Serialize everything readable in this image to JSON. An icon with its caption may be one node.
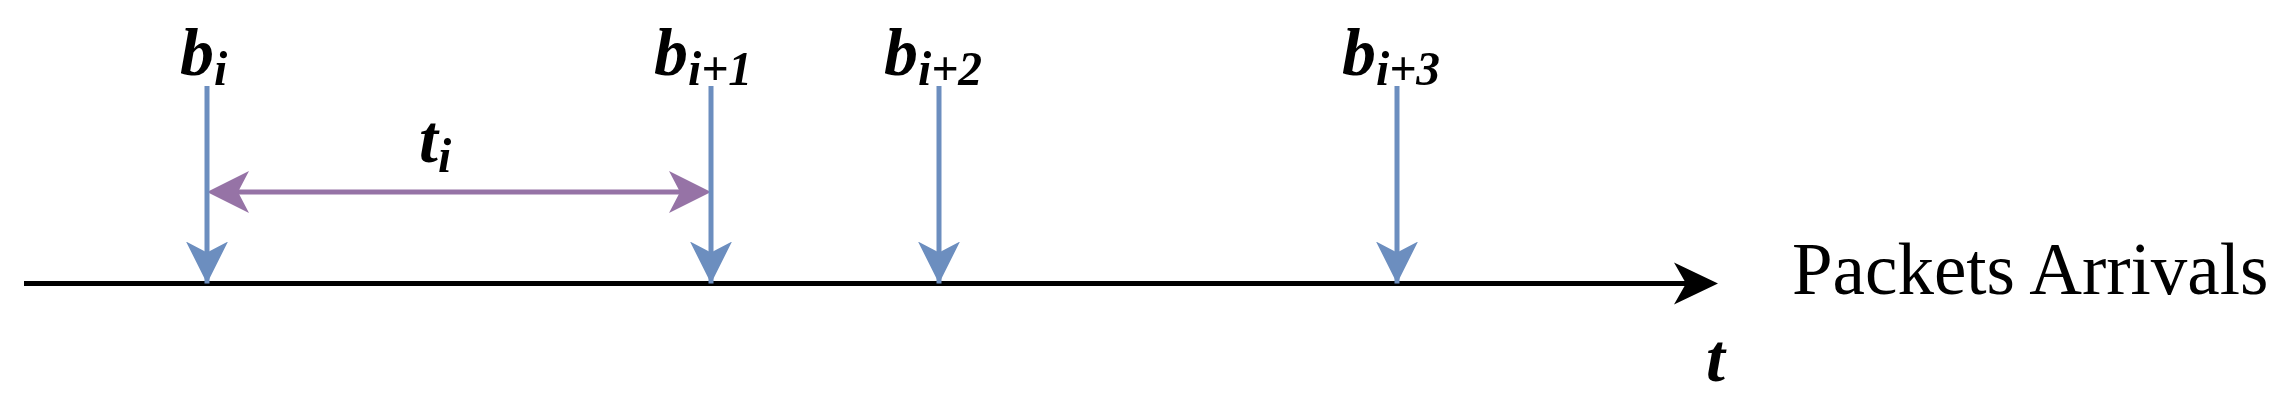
{
  "diagram": {
    "nodes": [
      {
        "text": [
          "b$_{i}$"
        ]
      },
      {
        "text": [
          "b$_{i+1}$"
        ]
      },
      {
        "text": [
          "b$_{i+2}$"
        ]
      },
      {
        "text": [
          "b$_{i+3}$"
        ]
      }
    ],
    "edges": [
      {
        "from": 0,
        "to": null,
        "arrow": "to"
      },
      {
        "from": 1,
        "to": null,
        "arrow": "to"
      },
      {
        "from": 2,
        "to": null,
        "arrow": "to"
      },
      {
        "from": 3,
        "to": null,
        "arrow": "to"
      }
    ],
    "labels": [
      "t$_{i}$",
      "Packets Arrivals",
      "t"
    ]
  }
}
